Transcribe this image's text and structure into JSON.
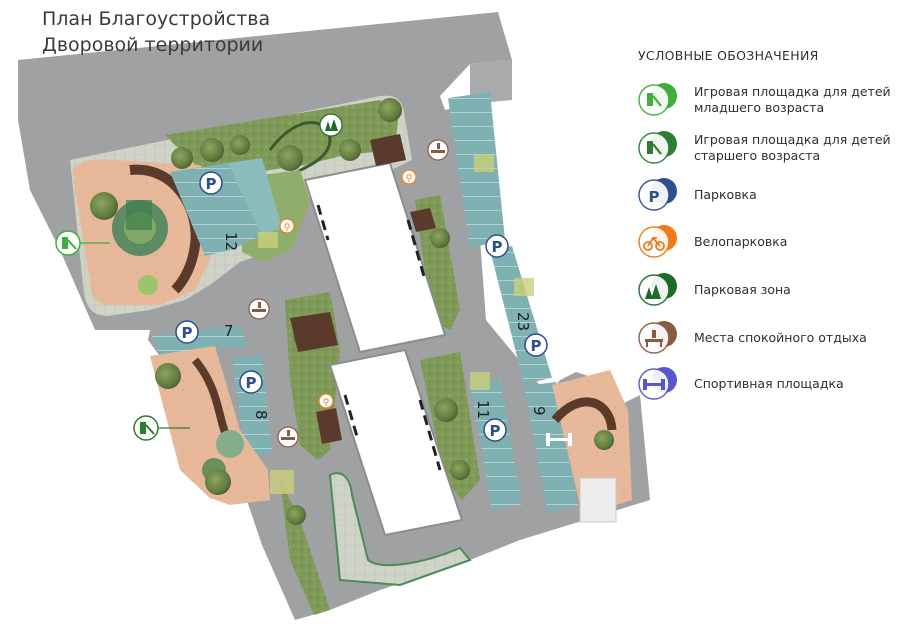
{
  "title": {
    "line1": "План Благоустройства",
    "line2": "Дворовой территории"
  },
  "legend": {
    "heading": "УСЛОВНЫЕ ОБОЗНАЧЕНИЯ",
    "items": [
      {
        "label": "Игровая площадка для детей\nмладшего возраста",
        "icon": "playground-junior-icon",
        "color": "#3fae3a"
      },
      {
        "label": "Игровая площадка для детей\nстаршего возраста",
        "icon": "playground-senior-icon",
        "color": "#2e7d32"
      },
      {
        "label": "Парковка",
        "icon": "parking-icon",
        "color": "#2d4f8a"
      },
      {
        "label": "Велопарковка",
        "icon": "bicycle-parking-icon",
        "color": "#f07a1a"
      },
      {
        "label": "Парковая зона",
        "icon": "park-trees-icon",
        "color": "#1f6b2a"
      },
      {
        "label": "Места спокойного отдыха",
        "icon": "bench-icon",
        "color": "#8a5a44"
      },
      {
        "label": "Спортивная площадка",
        "icon": "dumbbell-icon",
        "color": "#5a55c8"
      }
    ]
  },
  "parking_counts": {
    "lot_a": "12",
    "lot_b": "7",
    "lot_c": "8",
    "lot_d": "23",
    "lot_e": "11",
    "lot_f": "9"
  },
  "parking_letter": "P"
}
